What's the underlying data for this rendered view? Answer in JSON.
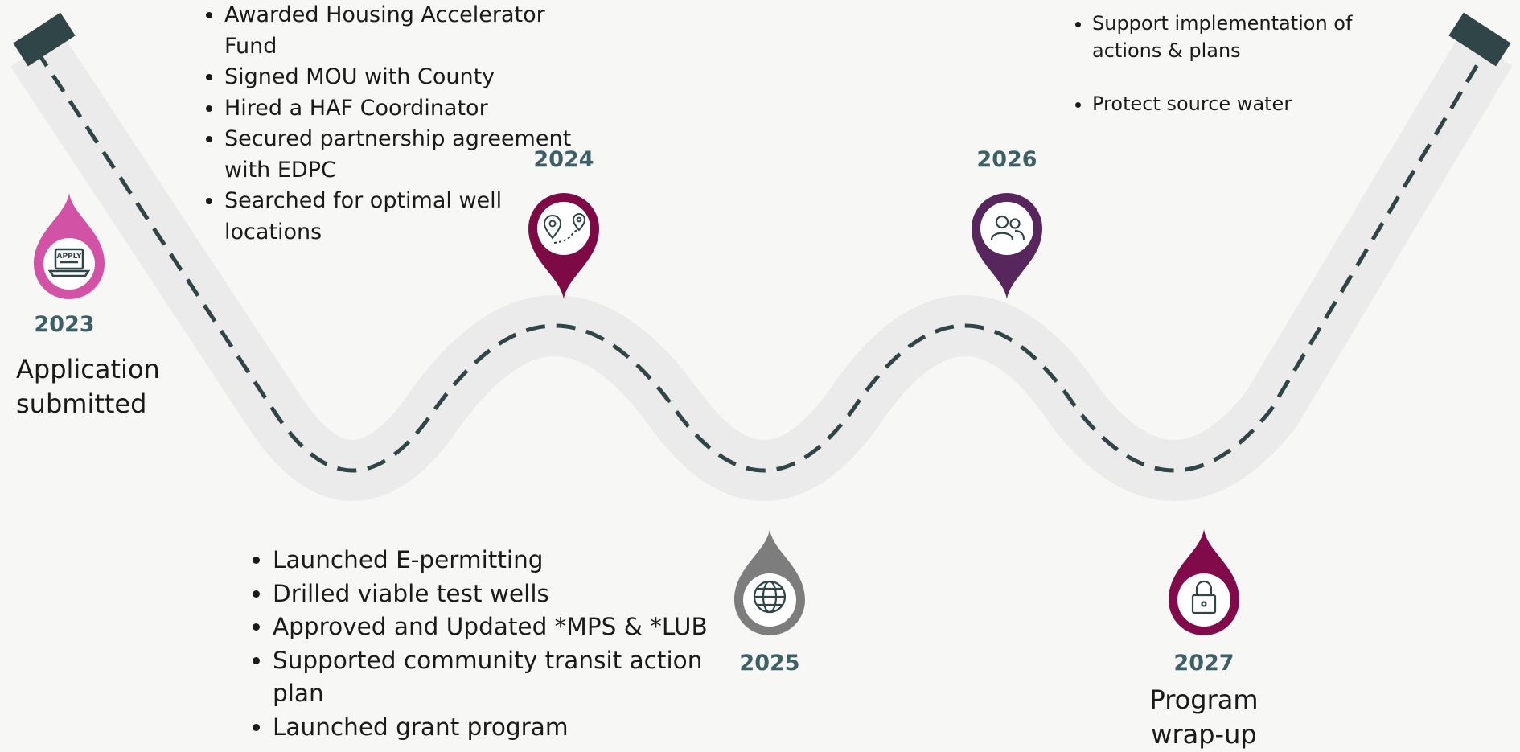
{
  "colors": {
    "background": "#f7f7f5",
    "road": "#ebebeb",
    "road_dash": "#2f4547",
    "year_text": "#3d5f66",
    "pin_2023": "#d252a6",
    "pin_2024": "#7e0a45",
    "pin_2025": "#7d7d7d",
    "pin_2026": "#56265c",
    "pin_2027": "#800a4a"
  },
  "milestones": [
    {
      "year": "2023",
      "icon": "apply-laptop-icon",
      "apply_text": "APPLY",
      "label_line1": "Application",
      "label_line2": "submitted"
    },
    {
      "year": "2024",
      "icon": "route-map-pins-icon"
    },
    {
      "year": "2025",
      "icon": "globe-icon"
    },
    {
      "year": "2026",
      "icon": "people-icon"
    },
    {
      "year": "2027",
      "icon": "lock-icon",
      "label_line1": "Program",
      "label_line2": "wrap-up"
    }
  ],
  "bullets_2024": [
    "Awarded Housing Accelerator Fund",
    "Signed MOU with County",
    "Hired a HAF Coordinator",
    "Secured partnership agreement with EDPC",
    "Searched for optimal well locations"
  ],
  "bullets_2025": [
    "Launched E-permitting",
    "Drilled viable test wells",
    "Approved and Updated *MPS & *LUB",
    "Supported community transit action plan",
    "Launched grant program"
  ],
  "bullets_2026": [
    "Support implementation of actions & plans",
    "Protect source water"
  ]
}
